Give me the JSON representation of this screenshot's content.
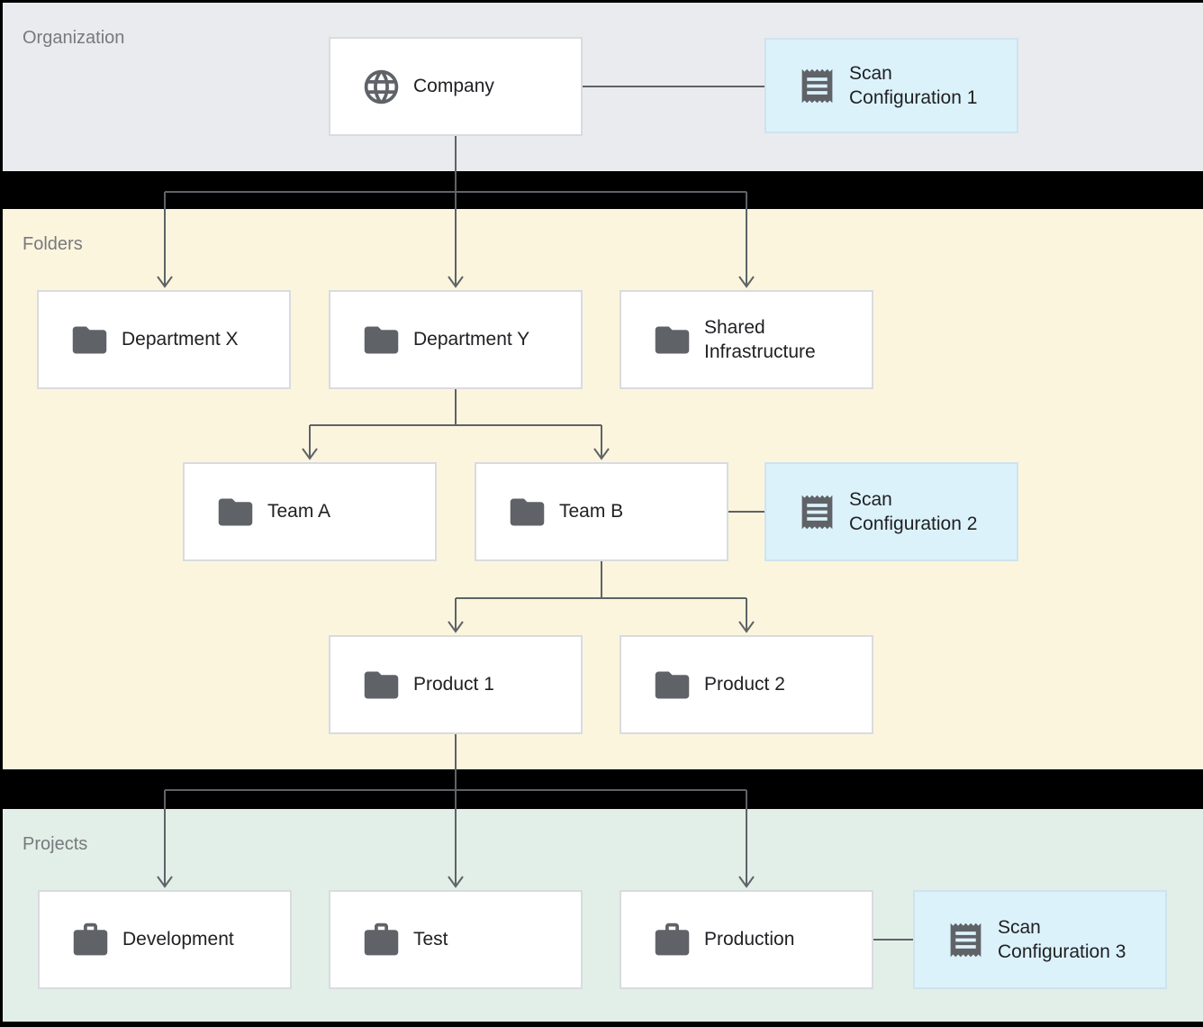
{
  "bands": {
    "organization": {
      "label": "Organization",
      "color": "#e9ebee"
    },
    "folders": {
      "label": "Folders",
      "color": "#fcf5de"
    },
    "projects": {
      "label": "Projects",
      "color": "#e1efe8"
    }
  },
  "nodes": {
    "company": {
      "label": "Company",
      "icon": "globe-icon",
      "band": "organization"
    },
    "scan_config_1": {
      "label": "Scan Configuration 1",
      "icon": "receipt-icon",
      "band": "organization"
    },
    "department_x": {
      "label": "Department X",
      "icon": "folder-icon",
      "band": "folders"
    },
    "department_y": {
      "label": "Department Y",
      "icon": "folder-icon",
      "band": "folders"
    },
    "shared_infrastructure": {
      "label": "Shared Infrastructure",
      "icon": "folder-icon",
      "band": "folders"
    },
    "team_a": {
      "label": "Team A",
      "icon": "folder-icon",
      "band": "folders"
    },
    "team_b": {
      "label": "Team B",
      "icon": "folder-icon",
      "band": "folders"
    },
    "scan_config_2": {
      "label": "Scan Configuration 2",
      "icon": "receipt-icon",
      "band": "folders"
    },
    "product_1": {
      "label": "Product 1",
      "icon": "folder-icon",
      "band": "folders"
    },
    "product_2": {
      "label": "Product 2",
      "icon": "folder-icon",
      "band": "folders"
    },
    "development": {
      "label": "Development",
      "icon": "briefcase-icon",
      "band": "projects"
    },
    "test": {
      "label": "Test",
      "icon": "briefcase-icon",
      "band": "projects"
    },
    "production": {
      "label": "Production",
      "icon": "briefcase-icon",
      "band": "projects"
    },
    "scan_config_3": {
      "label": "Scan Configuration 3",
      "icon": "receipt-icon",
      "band": "projects"
    }
  },
  "edges": [
    {
      "from": "company",
      "to": "department_x",
      "type": "hierarchy-arrow"
    },
    {
      "from": "company",
      "to": "department_y",
      "type": "hierarchy-arrow"
    },
    {
      "from": "company",
      "to": "shared_infrastructure",
      "type": "hierarchy-arrow"
    },
    {
      "from": "company",
      "to": "scan_config_1",
      "type": "association-line"
    },
    {
      "from": "department_y",
      "to": "team_a",
      "type": "hierarchy-arrow"
    },
    {
      "from": "department_y",
      "to": "team_b",
      "type": "hierarchy-arrow"
    },
    {
      "from": "team_b",
      "to": "scan_config_2",
      "type": "association-line"
    },
    {
      "from": "team_b",
      "to": "product_1",
      "type": "hierarchy-arrow"
    },
    {
      "from": "team_b",
      "to": "product_2",
      "type": "hierarchy-arrow"
    },
    {
      "from": "product_1",
      "to": "development",
      "type": "hierarchy-arrow"
    },
    {
      "from": "product_1",
      "to": "test",
      "type": "hierarchy-arrow"
    },
    {
      "from": "product_1",
      "to": "production",
      "type": "hierarchy-arrow"
    },
    {
      "from": "production",
      "to": "scan_config_3",
      "type": "association-line"
    }
  ],
  "colors": {
    "background": "#000000",
    "node_fill": "#ffffff",
    "node_border": "#d9dbdf",
    "scan_node_fill": "#dcf2fb",
    "scan_node_border": "#cfe3ee",
    "icon": "#5f6368",
    "connector": "#5f6368",
    "node_text": "#202124",
    "band_label_text": "#77797c"
  }
}
